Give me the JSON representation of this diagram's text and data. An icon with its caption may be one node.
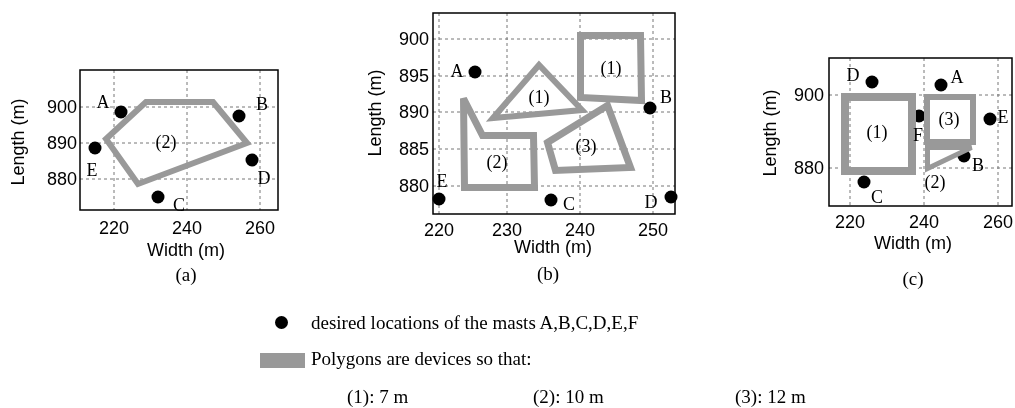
{
  "diagram": {
    "nodes": [
      {
        "text": [
          "(2)"
        ]
      },
      {
        "text": [
          "(1)"
        ]
      },
      {
        "text": [
          "(1)"
        ]
      },
      {
        "text": [
          "(2)"
        ]
      },
      {
        "text": [
          "(3)"
        ]
      },
      {
        "text": [
          "(1)"
        ]
      },
      {
        "text": [
          "(3)"
        ]
      },
      {
        "text": [
          "(2)"
        ]
      }
    ],
    "labels": [
      "900",
      "890",
      "880",
      "A",
      "B",
      "E",
      "D",
      "C",
      "220",
      "240",
      "260",
      "Width (m)",
      "Length (m)",
      "(a)",
      "900",
      "895",
      "890",
      "885",
      "880",
      "A",
      "B",
      "E",
      "C",
      "D",
      "220",
      "230",
      "240",
      "250",
      "Width (m)",
      "Length (m)",
      "(b)",
      "900",
      "880",
      "D",
      "A",
      "F",
      "E",
      "B",
      "C",
      "220",
      "240",
      "260",
      "Width (m)",
      "Length (m)",
      "(c)",
      "(1): 7 m",
      "(2): 10 m",
      "(3): 12 m"
    ],
    "legend": [
      {
        "text": "desired locations of the masts A,B,C,D,E,F"
      },
      {
        "text": "Polygons are devices so that:",
        "color": "#999999"
      }
    ]
  }
}
